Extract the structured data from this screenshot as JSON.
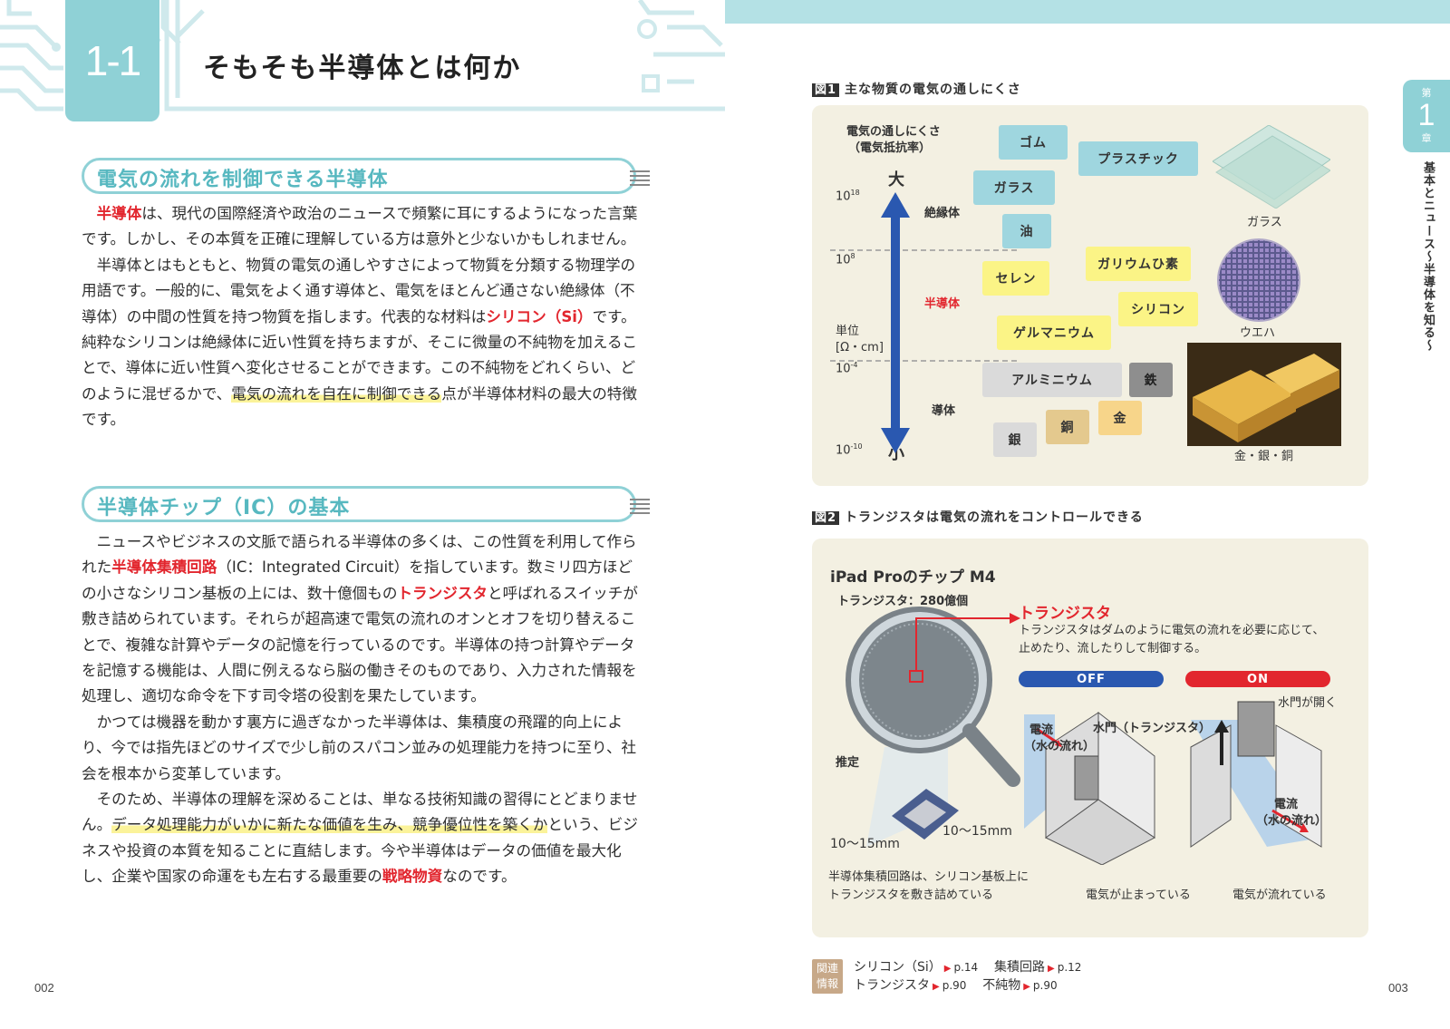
{
  "left_page": {
    "section_number": "1-1",
    "title": "そもそも半導体とは何か",
    "subheads": [
      "電気の流れを制御できる半導体",
      "半導体チップ（IC）の基本"
    ],
    "p1": {
      "a": "半導体",
      "b": "は、現代の国際経済や政治のニュースで頻繁に耳にするようになった言葉です。しかし、その本質を正確に理解している方は意外と少ないかもしれません。"
    },
    "p2": {
      "a": "半導体とはもともと、物質の電気の通しやすさによって物質を分類する物理学の用語です。一般的に、電気をよく通す導体と、電気をほとんど通さない絶縁体（不導体）の中間の性質を持つ物質を指します。代表的な材料は",
      "b": "シリコン（Si）",
      "c": "です。純粋なシリコンは絶縁体に近い性質を持ちますが、そこに微量の不純物を加えることで、導体に近い性質へ変化させることができます。この不純物をどれくらい、どのように混ぜるかで、",
      "d": "電気の流れを自在に制御できる",
      "e": "点が半導体材料の最大の特徴です。"
    },
    "p3": {
      "a": "ニュースやビジネスの文脈で語られる半導体の多くは、この性質を利用して作られた",
      "b": "半導体集積回路",
      "c": "（IC：Integrated Circuit）を指しています。数ミリ四方ほどの小さなシリコン基板の上には、数十億個もの",
      "d": "トランジスタ",
      "e": "と呼ばれるスイッチが敷き詰められています。それらが超高速で電気の流れのオンとオフを切り替えることで、複雑な計算やデータの記憶を行っているのです。半導体の持つ計算やデータを記憶する機能は、人間に例えるなら脳の働きそのものであり、入力された情報を処理し、適切な命令を下す司令塔の役割を果たしています。"
    },
    "p4": "かつては機器を動かす裏方に過ぎなかった半導体は、集積度の飛躍的向上により、今では指先ほどのサイズで少し前のスパコン並みの処理能力を持つに至り、社会を根本から変革しています。",
    "p5": {
      "a": "そのため、半導体の理解を深めることは、単なる技術知識の習得にとどまりません。",
      "b": "データ処理能力がいかに新たな価値を生み、競争優位性を築くか",
      "c": "という、ビジネスや投資の本質を知ることに直結します。今や半導体はデータの価値を最大化し、企業や国家の命運をも左右する最重要の",
      "d": "戦略物資",
      "e": "なのです。"
    },
    "folio": "002"
  },
  "right_page": {
    "chapter_tab": {
      "dai": "第",
      "num": "1",
      "sho": "章"
    },
    "chapter_side": "基本とニュース～半導体を知る～",
    "fig1": {
      "tag": "図1",
      "caption": "主な物質の電気の通しにくさ",
      "axis_title_1": "電気の通しにくさ",
      "axis_title_2": "（電気抵抗率）",
      "top": "大",
      "bottom": "小",
      "unit_1": "単位",
      "unit_2": "[Ω・cm]",
      "ticks": [
        "10",
        "10",
        "10",
        "10"
      ],
      "exps": [
        "18",
        "8",
        "-4",
        "-10"
      ],
      "zones": [
        "絶縁体",
        "半導体",
        "導体"
      ],
      "materials": {
        "rubber": "ゴム",
        "glass": "ガラス",
        "oil": "油",
        "plastic": "プラスチック",
        "selenium": "セレン",
        "gaas": "ガリウムひ素",
        "silicon": "シリコン",
        "germanium": "ゲルマニウム",
        "aluminum": "アルミニウム",
        "iron": "鉄",
        "gold": "金",
        "copper": "銅",
        "silver": "銀"
      },
      "photo_labels": [
        "ガラス",
        "ウエハ",
        "金・銀・銅"
      ]
    },
    "fig2": {
      "tag": "図2",
      "caption": "トランジスタは電気の流れをコントロールできる",
      "chip_title": "iPad Proのチップ M4",
      "count": "トランジスタ：280億個",
      "transistor_title": "トランジスタ",
      "transistor_desc_1": "トランジスタはダムのように電気の流れを必要に応じて、",
      "transistor_desc_2": "止めたり、流したりして制御する。",
      "off": "OFF",
      "on": "ON",
      "current_1": "電流",
      "water_flow_1": "（水の流れ）",
      "gate_label": "水門（トランジスタ）",
      "gate_open": "水門が開く",
      "current_2": "電流",
      "water_flow_2": "（水の流れ）",
      "estimate": "推定",
      "size_1": "10～15mm",
      "size_2": "10～15mm",
      "ic_note_1": "半導体集積回路は、シリコン基板上に",
      "ic_note_2": "トランジスタを敷き詰めている",
      "stopped": "電気が止まっている",
      "flowing": "電気が流れている"
    },
    "related": {
      "badge_1": "関連",
      "badge_2": "情報",
      "items": [
        {
          "name": "シリコン（Si）",
          "page": "p.14"
        },
        {
          "name": "集積回路",
          "page": "p.12"
        },
        {
          "name": "トランジスタ",
          "page": "p.90"
        },
        {
          "name": "不純物",
          "page": "p.90"
        }
      ]
    },
    "folio": "003"
  },
  "colors": {
    "accent_teal": "#8fd1d6",
    "accent_red": "#e2262e",
    "arrow_blue": "#2a58b0",
    "highlight_yellow": "#fbf39a"
  },
  "icons": [
    "magnifier-icon",
    "cpu-chip-icon",
    "dam-gate-icon",
    "circuit-decoration"
  ]
}
